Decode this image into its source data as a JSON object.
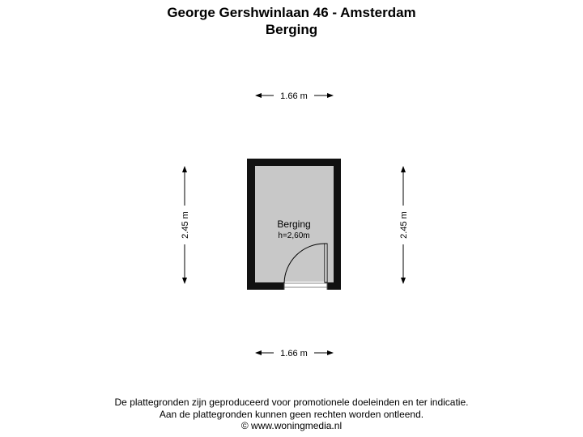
{
  "header": {
    "address": "George Gershwinlaan 46 - Amsterdam",
    "floor": "Berging"
  },
  "room": {
    "name": "Berging",
    "height": "h=2,60m"
  },
  "dimensions": {
    "top": "1.66 m",
    "bottom": "1.66 m",
    "left": "2.45 m",
    "right": "2.45 m"
  },
  "colors": {
    "wall": "#111111",
    "floor": "#c8c8c8"
  },
  "footer": {
    "line1": "De plattegronden zijn geproduceerd voor promotionele doeleinden en ter indicatie.",
    "line2": "Aan de plattegronden kunnen geen rechten worden ontleend.",
    "line3": "© www.woningmedia.nl"
  }
}
